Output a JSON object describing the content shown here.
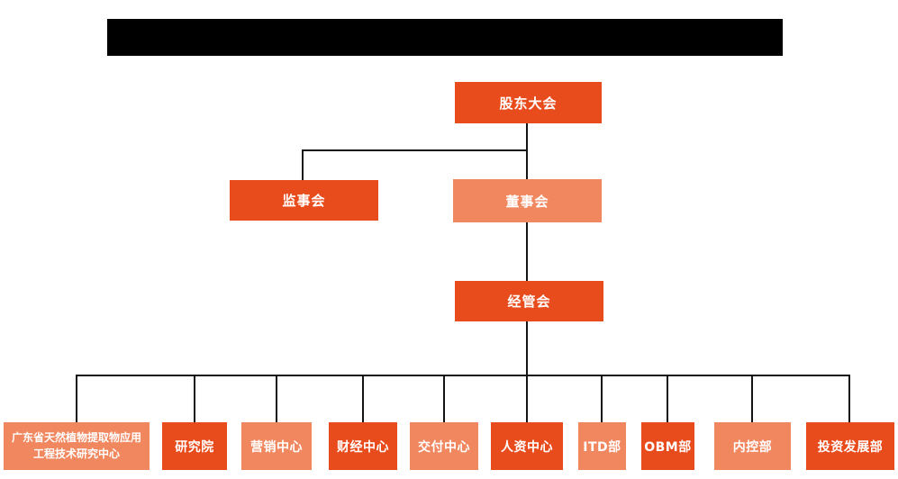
{
  "title_bar": {
    "redacted": true,
    "note": ""
  },
  "colors": {
    "dark_orange": "#E84C1D",
    "light_orange": "#F0875F",
    "line": "#141414",
    "background": "#FFFFFF",
    "node_text": "#FFFFFF",
    "redacted_bar": "#000000"
  },
  "org": {
    "level1": {
      "label": "股东大会",
      "variant": "dark"
    },
    "level2": [
      {
        "label": "监事会",
        "variant": "dark"
      },
      {
        "label": "董事会",
        "variant": "light"
      }
    ],
    "level3": {
      "label": "经管会",
      "variant": "dark"
    },
    "departments": [
      {
        "label": "广东省天然植物提取物应用工程技术研究中心",
        "variant": "light"
      },
      {
        "label": "研究院",
        "variant": "dark"
      },
      {
        "label": "营销中心",
        "variant": "light"
      },
      {
        "label": "财经中心",
        "variant": "dark"
      },
      {
        "label": "交付中心",
        "variant": "light"
      },
      {
        "label": "人资中心",
        "variant": "dark"
      },
      {
        "label": "ITD部",
        "variant": "light"
      },
      {
        "label": "OBM部",
        "variant": "dark"
      },
      {
        "label": "内控部",
        "variant": "light"
      },
      {
        "label": "投资发展部",
        "variant": "dark"
      }
    ]
  }
}
